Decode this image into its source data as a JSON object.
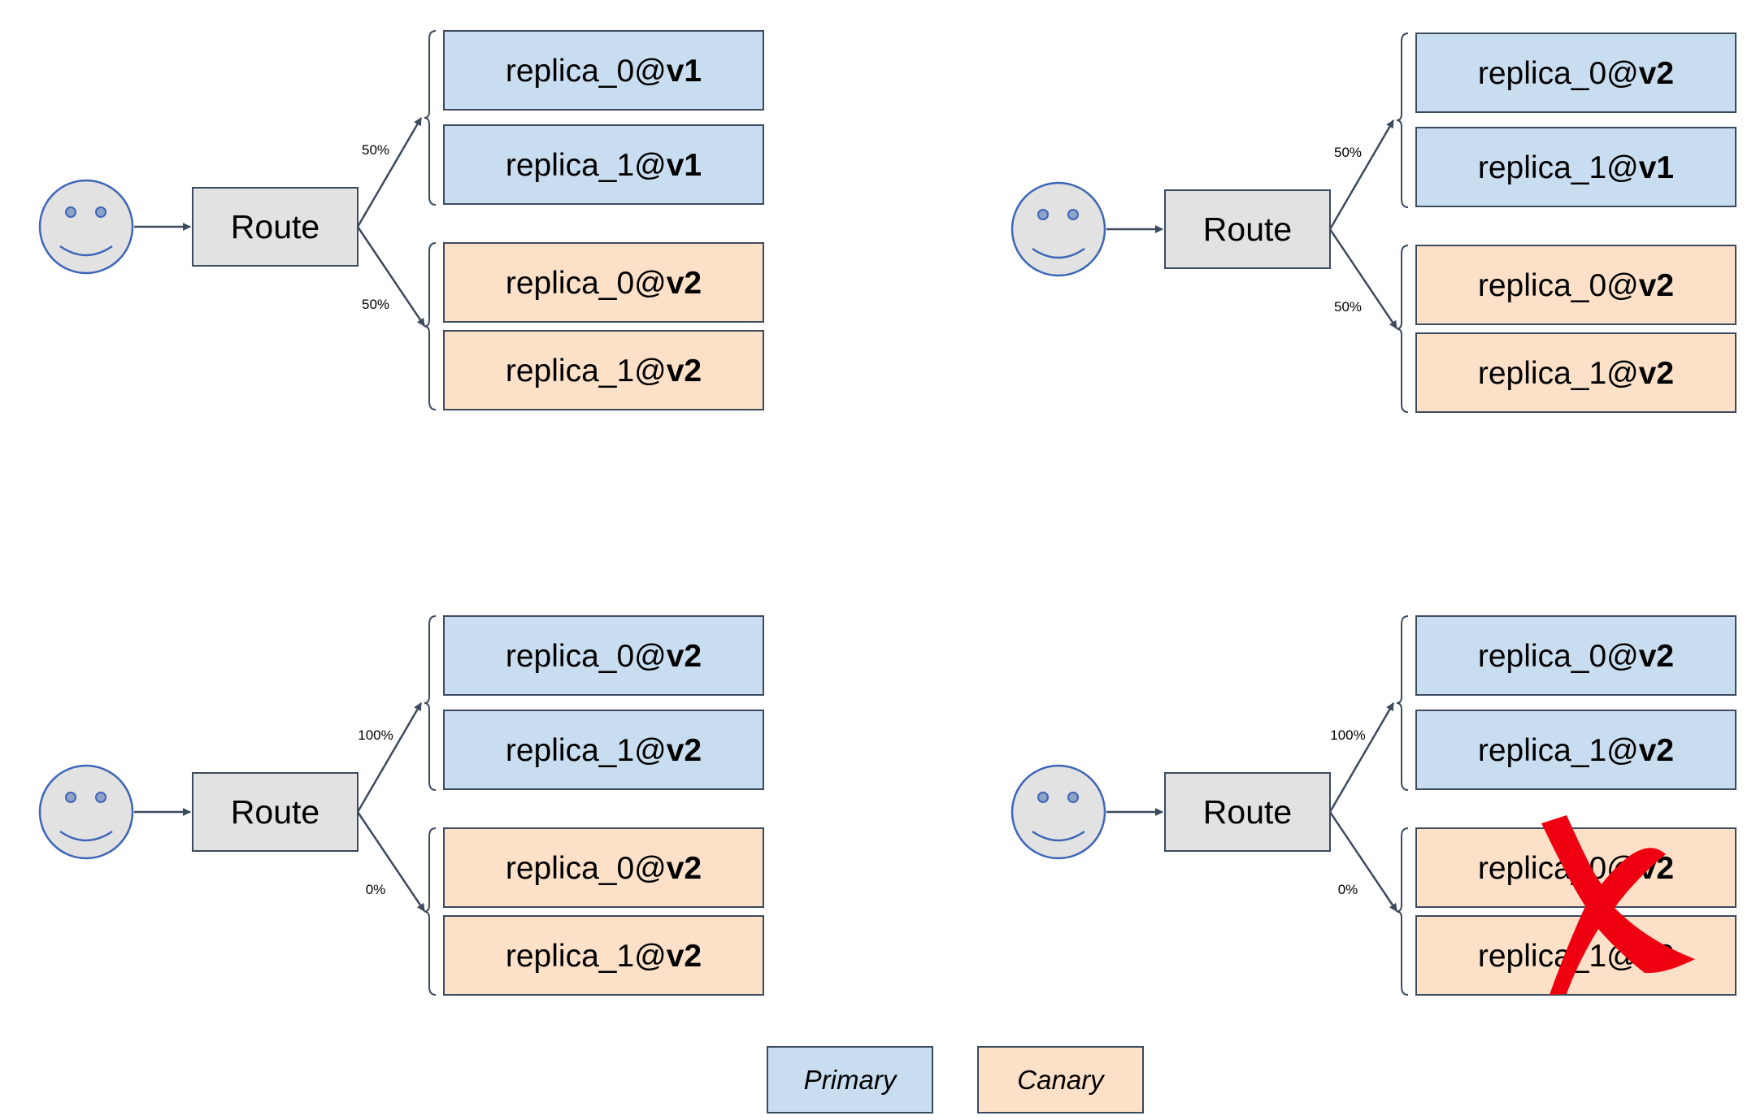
{
  "colors": {
    "primary": "#c9ddf0",
    "canary": "#fce0c7",
    "route_fill": "#e2e2e2",
    "border": "#3c4a5e",
    "face_fill": "#e2e2e2",
    "face_stroke": "#3e66b8",
    "failure_mark": "#ee0011"
  },
  "panels": [
    {
      "route_label": "Route",
      "top_pct": "50%",
      "bottom_pct": "50%",
      "replicas": [
        {
          "prefix": "replica_0@",
          "version": "v1",
          "role": "primary"
        },
        {
          "prefix": "replica_1@",
          "version": "v1",
          "role": "primary"
        },
        {
          "prefix": "replica_0@",
          "version": "v2",
          "role": "canary"
        },
        {
          "prefix": "replica_1@",
          "version": "v2",
          "role": "canary"
        }
      ],
      "canary_failed": false
    },
    {
      "route_label": "Route",
      "top_pct": "50%",
      "bottom_pct": "50%",
      "replicas": [
        {
          "prefix": "replica_0@",
          "version": "v2",
          "role": "primary"
        },
        {
          "prefix": "replica_1@",
          "version": "v1",
          "role": "primary"
        },
        {
          "prefix": "replica_0@",
          "version": "v2",
          "role": "canary"
        },
        {
          "prefix": "replica_1@",
          "version": "v2",
          "role": "canary"
        }
      ],
      "canary_failed": false
    },
    {
      "route_label": "Route",
      "top_pct": "100%",
      "bottom_pct": "0%",
      "replicas": [
        {
          "prefix": "replica_0@",
          "version": "v2",
          "role": "primary"
        },
        {
          "prefix": "replica_1@",
          "version": "v2",
          "role": "primary"
        },
        {
          "prefix": "replica_0@",
          "version": "v2",
          "role": "canary"
        },
        {
          "prefix": "replica_1@",
          "version": "v2",
          "role": "canary"
        }
      ],
      "canary_failed": false
    },
    {
      "route_label": "Route",
      "top_pct": "100%",
      "bottom_pct": "0%",
      "replicas": [
        {
          "prefix": "replica_0@",
          "version": "v2",
          "role": "primary"
        },
        {
          "prefix": "replica_1@",
          "version": "v2",
          "role": "primary"
        },
        {
          "prefix": "replica_0@",
          "version": "v2",
          "role": "canary"
        },
        {
          "prefix": "replica_1@",
          "version": "v2",
          "role": "canary"
        }
      ],
      "canary_failed": true
    }
  ],
  "legend": {
    "primary_label": "Primary",
    "canary_label": "Canary"
  }
}
